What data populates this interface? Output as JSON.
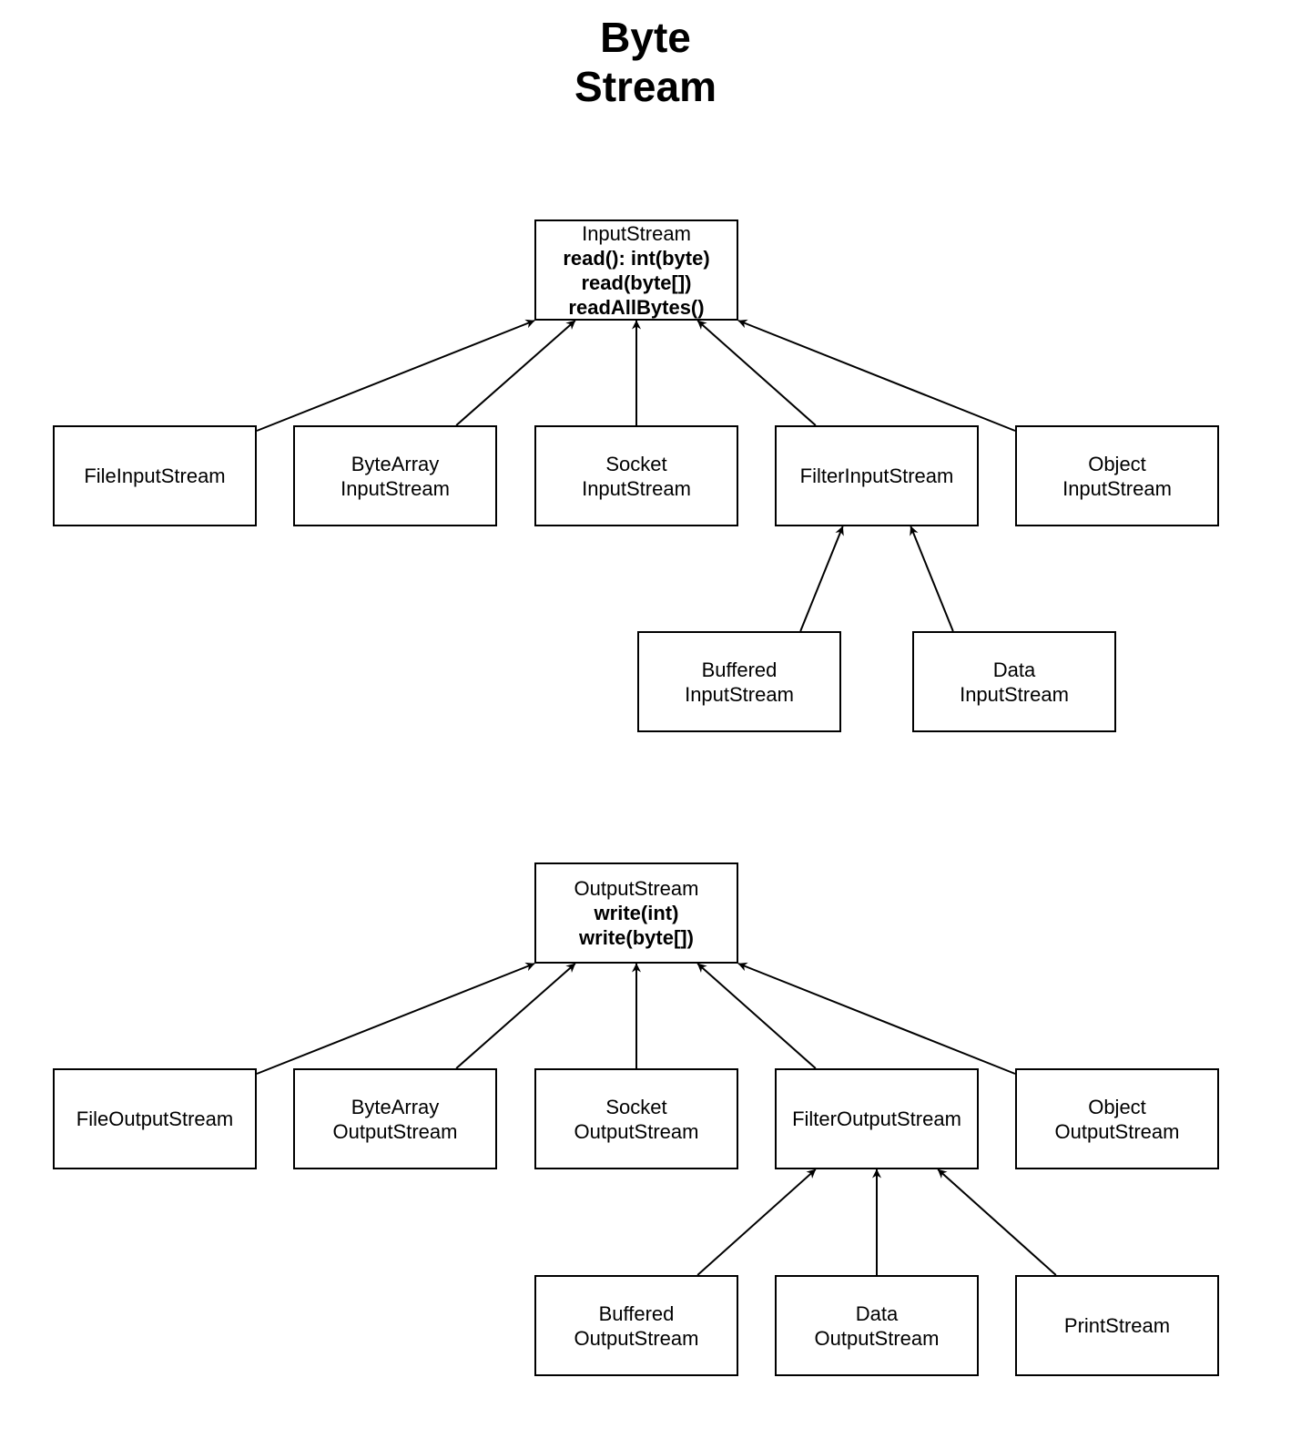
{
  "title": {
    "line1": "Byte",
    "line2": "Stream"
  },
  "nodes": {
    "input_stream": {
      "name": "InputStream",
      "methods": [
        "read(): int(byte)",
        "read(byte[])",
        "readAllBytes()"
      ]
    },
    "file_input_stream": {
      "lines": [
        "FileInputStream"
      ]
    },
    "bytearray_input_stream": {
      "lines": [
        "ByteArray",
        "InputStream"
      ]
    },
    "socket_input_stream": {
      "lines": [
        "Socket",
        "InputStream"
      ]
    },
    "filter_input_stream": {
      "lines": [
        "FilterInputStream"
      ]
    },
    "object_input_stream": {
      "lines": [
        "Object",
        "InputStream"
      ]
    },
    "buffered_input_stream": {
      "lines": [
        "Buffered",
        "InputStream"
      ]
    },
    "data_input_stream": {
      "lines": [
        "Data",
        "InputStream"
      ]
    },
    "output_stream": {
      "name": "OutputStream",
      "methods": [
        "write(int)",
        "write(byte[])"
      ]
    },
    "file_output_stream": {
      "lines": [
        "FileOutputStream"
      ]
    },
    "bytearray_output_stream": {
      "lines": [
        "ByteArray",
        "OutputStream"
      ]
    },
    "socket_output_stream": {
      "lines": [
        "Socket",
        "OutputStream"
      ]
    },
    "filter_output_stream": {
      "lines": [
        "FilterOutputStream"
      ]
    },
    "object_output_stream": {
      "lines": [
        "Object",
        "OutputStream"
      ]
    },
    "buffered_output_stream": {
      "lines": [
        "Buffered",
        "OutputStream"
      ]
    },
    "data_output_stream": {
      "lines": [
        "Data",
        "OutputStream"
      ]
    },
    "print_stream": {
      "lines": [
        "PrintStream"
      ]
    }
  },
  "edges": [
    {
      "from": "file_input_stream",
      "to": "input_stream"
    },
    {
      "from": "bytearray_input_stream",
      "to": "input_stream"
    },
    {
      "from": "socket_input_stream",
      "to": "input_stream"
    },
    {
      "from": "filter_input_stream",
      "to": "input_stream"
    },
    {
      "from": "object_input_stream",
      "to": "input_stream"
    },
    {
      "from": "buffered_input_stream",
      "to": "filter_input_stream"
    },
    {
      "from": "data_input_stream",
      "to": "filter_input_stream"
    },
    {
      "from": "file_output_stream",
      "to": "output_stream"
    },
    {
      "from": "bytearray_output_stream",
      "to": "output_stream"
    },
    {
      "from": "socket_output_stream",
      "to": "output_stream"
    },
    {
      "from": "filter_output_stream",
      "to": "output_stream"
    },
    {
      "from": "object_output_stream",
      "to": "output_stream"
    },
    {
      "from": "buffered_output_stream",
      "to": "filter_output_stream"
    },
    {
      "from": "data_output_stream",
      "to": "filter_output_stream"
    },
    {
      "from": "print_stream",
      "to": "filter_output_stream"
    }
  ]
}
